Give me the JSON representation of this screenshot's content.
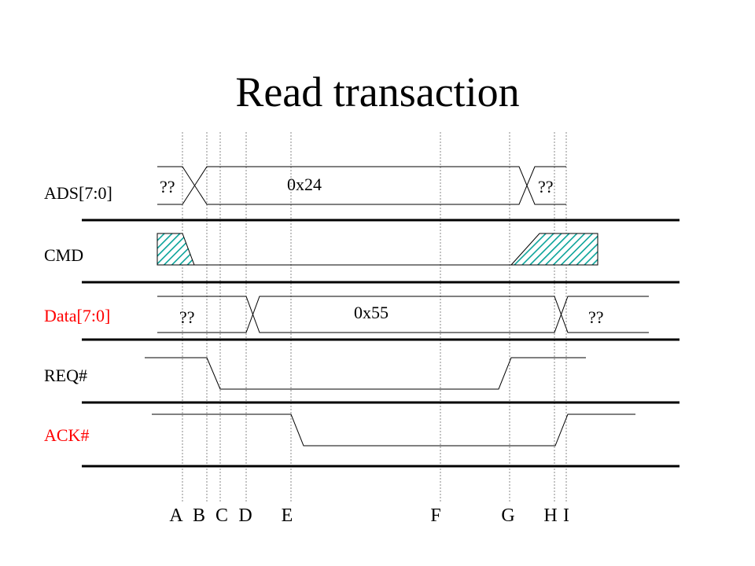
{
  "title": "Read transaction",
  "signals": [
    {
      "label": "ADS[7:0]",
      "color": "#000000"
    },
    {
      "label": "CMD",
      "color": "#000000"
    },
    {
      "label": "Data[7:0]",
      "color": "#ff0000"
    },
    {
      "label": "REQ#",
      "color": "#000000"
    },
    {
      "label": "ACK#",
      "color": "#ff0000"
    }
  ],
  "bus_values": {
    "ads_before": "??",
    "ads_value": "0x24",
    "ads_after": "??",
    "data_before": "??",
    "data_value": "0x55",
    "data_after": "??"
  },
  "markers": [
    "A",
    "B",
    "C",
    "D",
    "E",
    "F",
    "G",
    "H",
    "I"
  ],
  "colors": {
    "hatch": "#0aa39a",
    "signal_line": "#000000",
    "label_red": "#ff0000"
  }
}
